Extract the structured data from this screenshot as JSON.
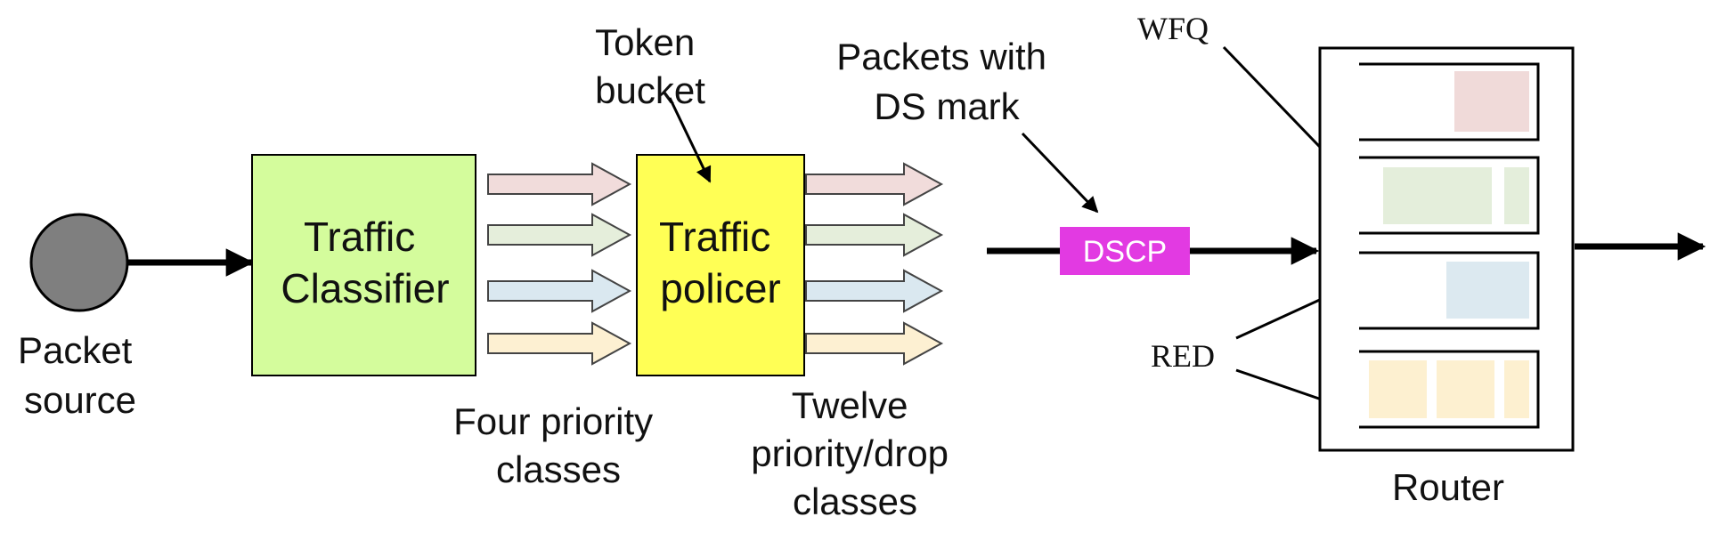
{
  "labels": {
    "packet_source": [
      "Packet",
      "source"
    ],
    "traffic_classifier": [
      "Traffic",
      "Classifier"
    ],
    "traffic_policer": [
      "Traffic",
      "policer"
    ],
    "token_bucket": [
      "Token",
      "bucket"
    ],
    "packets_with_ds_mark": [
      "Packets with",
      "DS mark"
    ],
    "four_priority_classes": [
      "Four priority",
      "classes"
    ],
    "twelve_priority_drop_classes": [
      "Twelve",
      "priority/drop",
      "classes"
    ],
    "dscp": "DSCP",
    "wfq": "WFQ",
    "red": "RED",
    "router": "Router"
  },
  "colors": {
    "classifier_fill": "#d4fc9c",
    "policer_fill": "#ffff55",
    "dscp_fill": "#e23ae2",
    "source_fill": "#7f7f7f",
    "arrow_fills": [
      "#f1dcdb",
      "#e5eedb",
      "#dae8f0",
      "#fdf0d2"
    ],
    "queue_fills": [
      "#f0dad9",
      "#e4eedb",
      "#dce9f0",
      "#fdf0d0"
    ]
  }
}
